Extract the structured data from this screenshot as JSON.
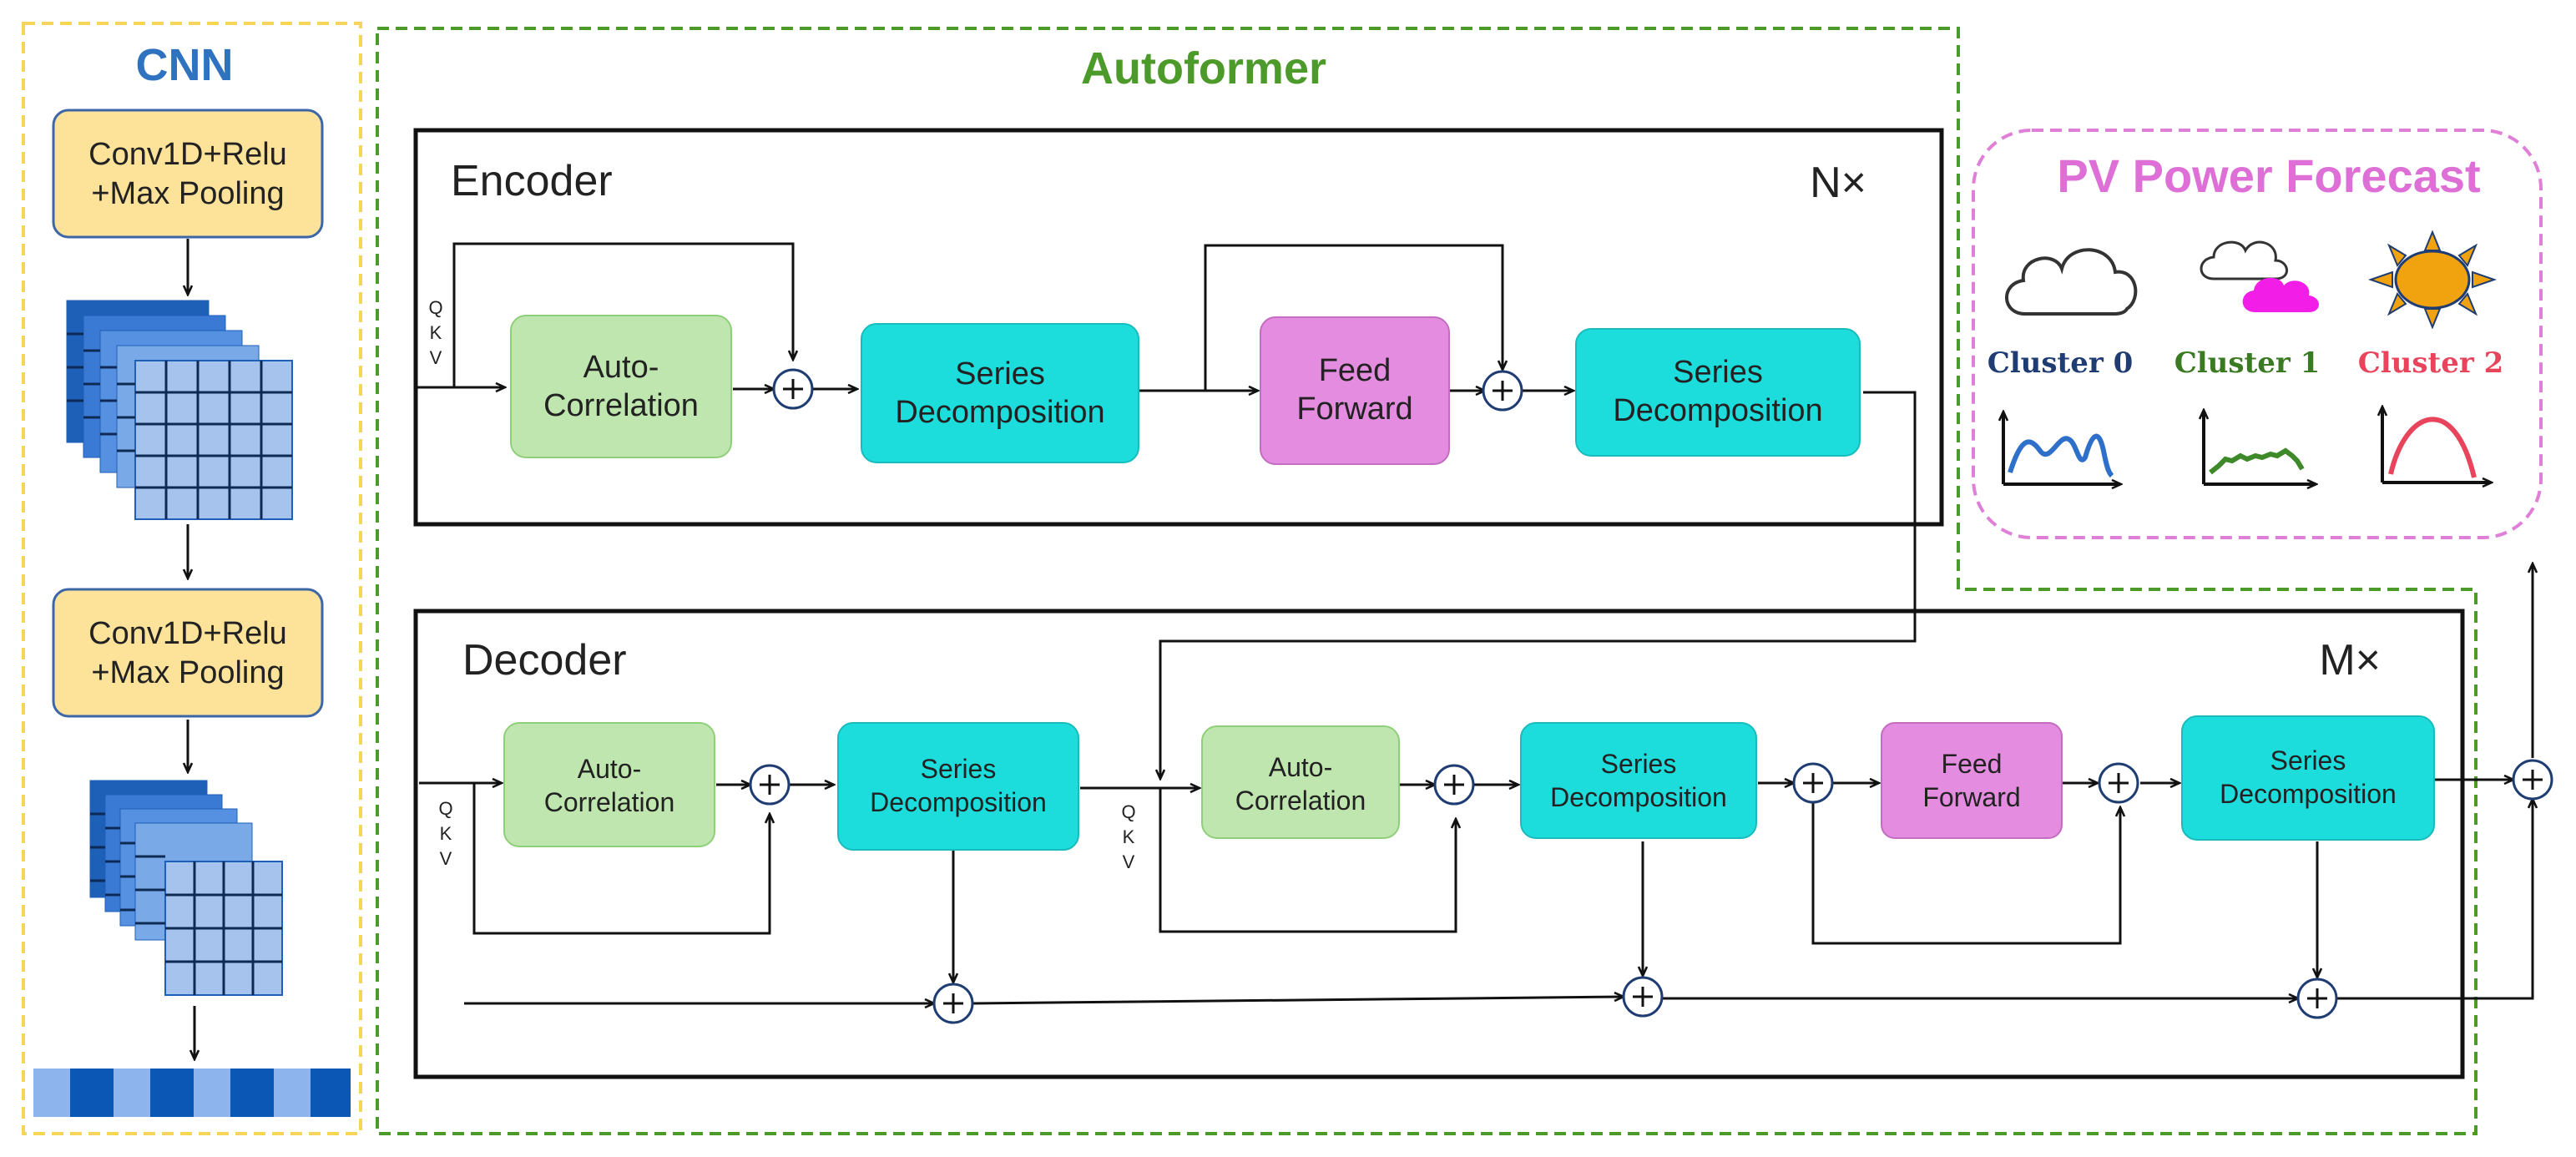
{
  "cnn": {
    "title": "CNN",
    "block1": [
      "Conv1D+Relu",
      "+Max Pooling"
    ],
    "block2": [
      "Conv1D+Relu",
      "+Max Pooling"
    ]
  },
  "autoformer": {
    "title": "Autoformer"
  },
  "encoder": {
    "title": "Encoder",
    "repeat": "N×",
    "qkv": [
      "Q",
      "K",
      "V"
    ],
    "auto_corr": [
      "Auto-",
      "Correlation"
    ],
    "series_decomp_1": [
      "Series",
      "Decomposition"
    ],
    "feed_forward": [
      "Feed",
      "Forward"
    ],
    "series_decomp_2": [
      "Series",
      "Decomposition"
    ]
  },
  "decoder": {
    "title": "Decoder",
    "repeat": "M×",
    "qkv1": [
      "Q",
      "K",
      "V"
    ],
    "qkv2": [
      "Q",
      "K",
      "V"
    ],
    "auto_corr_1": [
      "Auto-",
      "Correlation"
    ],
    "series_decomp_1": [
      "Series",
      "Decomposition"
    ],
    "auto_corr_2": [
      "Auto-",
      "Correlation"
    ],
    "series_decomp_2": [
      "Series",
      "Decomposition"
    ],
    "feed_forward": [
      "Feed",
      "Forward"
    ],
    "series_decomp_3": [
      "Series",
      "Decomposition"
    ]
  },
  "forecast": {
    "title": "PV Power Forecast",
    "clusters": [
      {
        "label": "Cluster 0",
        "color": "#1f3d73"
      },
      {
        "label": "Cluster 1",
        "color": "#3a7a23"
      },
      {
        "label": "Cluster 2",
        "color": "#e8455d"
      }
    ]
  },
  "colors": {
    "cnn_block": "#fde39a",
    "cnn_block_border": "#3c66a6",
    "cnn_frame": "#f5d659",
    "autoformer_frame": "#4c9a2a",
    "forecast_frame": "#e07fd8",
    "auto_corr": "#bfe6ae",
    "series_decomp": "#1ddcdc",
    "feed_forward": "#e48ce0",
    "cnn_title": "#2f73c0",
    "autoformer_title": "#4c9a2a",
    "forecast_title": "#dd6fd6"
  }
}
